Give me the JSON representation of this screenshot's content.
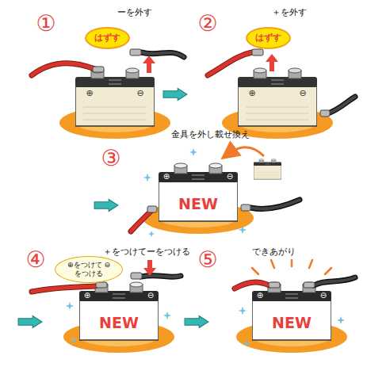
{
  "diagram": {
    "nodes": [
      {
        "text": [
          "はずす"
        ]
      },
      {
        "text": [
          "はずす"
        ]
      },
      {
        "text": [
          "⊕をつけて ⊖をつける"
        ]
      }
    ],
    "labels": [
      "①",
      "ーを外す",
      "②",
      "＋を外す",
      "金具を外し載せ換え",
      "③",
      "④",
      "＋をつけてーをつける",
      "⑤",
      "できあがり",
      "NEW",
      "NEW",
      "NEW",
      "⊕",
      "⊖",
      "⊕",
      "⊖",
      "⊕",
      "⊖",
      "⊕",
      "⊖",
      "⊕",
      "⊖"
    ]
  }
}
